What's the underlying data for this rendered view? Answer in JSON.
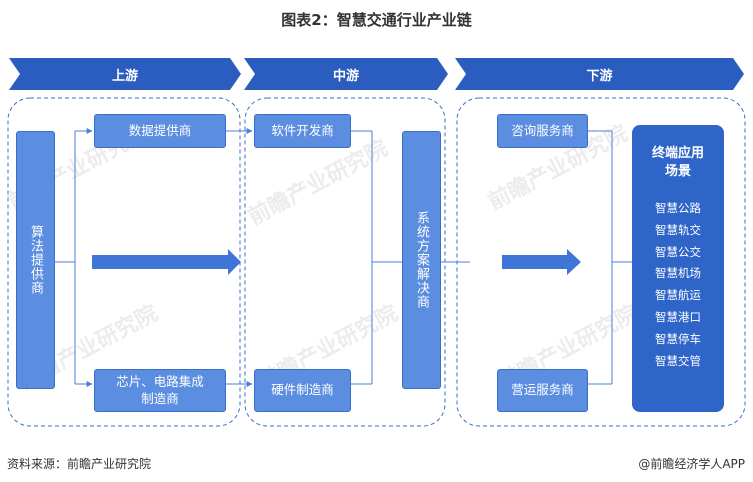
{
  "title": "图表2：智慧交通行业产业链",
  "stages": {
    "upstream": "上游",
    "midstream": "中游",
    "downstream": "下游"
  },
  "upstream": {
    "algorithm_provider": "算法提供商",
    "data_provider": "数据提供商",
    "chip_provider": "芯片、电路集成制造商"
  },
  "midstream": {
    "software_developer": "软件开发商",
    "hardware_manufacturer": "硬件制造商",
    "solution_provider": "系统方案解决商"
  },
  "downstream": {
    "consulting": "咨询服务商",
    "operation": "营运服务商",
    "scenario_title": "终端应用场景",
    "scenarios": [
      "智慧公路",
      "智慧轨交",
      "智慧公交",
      "智慧机场",
      "智慧航运",
      "智慧港口",
      "智慧停车",
      "智慧交管"
    ]
  },
  "watermark": "前瞻产业研究院",
  "footer": {
    "source": "资料来源：前瞻产业研究院",
    "credit": "@前瞻经济学人APP"
  },
  "colors": {
    "banner": "#2b5cbf",
    "box_fill": "#5b8ee0",
    "scene_fill": "#2f65c9",
    "dashed_border": "#3b6fca",
    "connector": "#4a7fd8"
  }
}
